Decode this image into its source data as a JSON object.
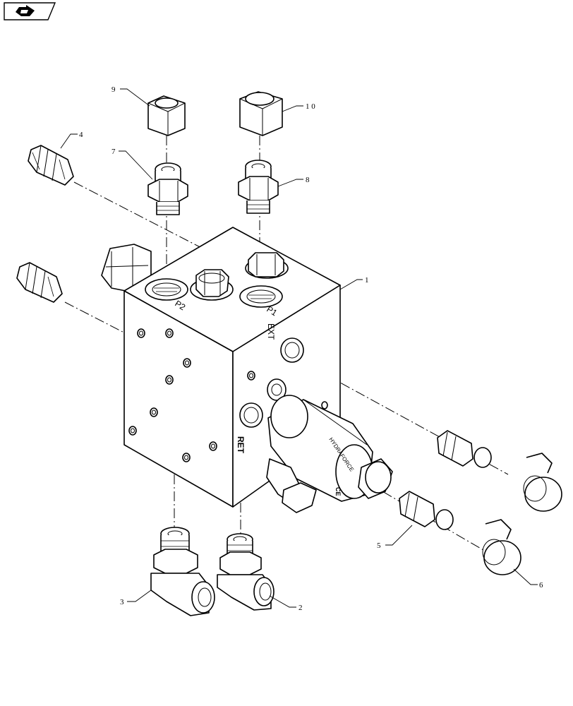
{
  "nav": {
    "icon": "page-arrow-icon"
  },
  "callouts": {
    "c1": "1",
    "c2": "2",
    "c3": "3",
    "c4": "4",
    "c5": "5",
    "c6": "6",
    "c7": "7",
    "c8": "8",
    "c9": "9",
    "c10": "1 0"
  },
  "port_marks": {
    "p1": "P1",
    "p2": "P2",
    "ext": "EXT",
    "ret": "RET"
  },
  "solenoid_marks": {
    "brand": "HYDRAFORCE",
    "logo": "CE"
  }
}
